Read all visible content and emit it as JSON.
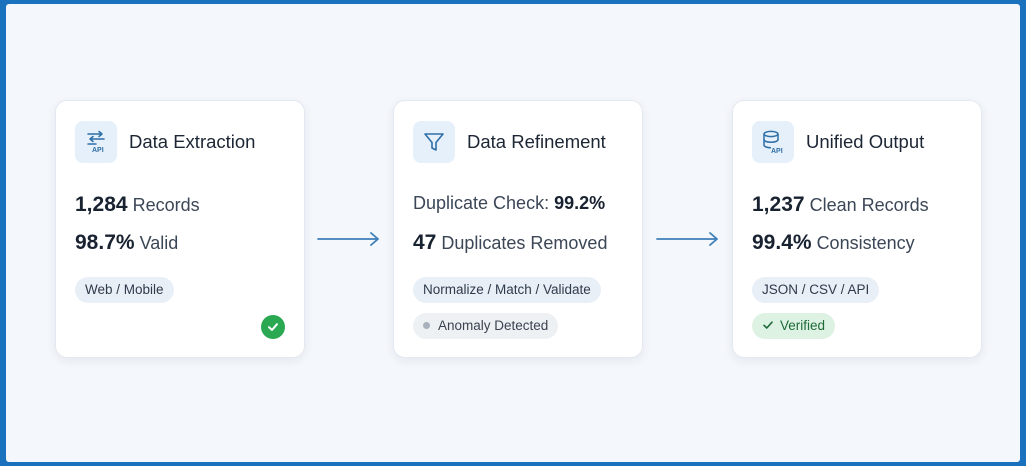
{
  "colors": {
    "accent": "#1a72bf",
    "icon_bg": "#e5f0fa",
    "success": "#2aa852",
    "verified_bg": "#ddf2e3"
  },
  "stages": [
    {
      "title": "Data Extraction",
      "icon": "api-transfer-icon",
      "stat1_value": "1,284",
      "stat1_label": "Records",
      "stat2_value": "98.7%",
      "stat2_label": "Valid",
      "tag": "Web / Mobile",
      "status_icon": "check-circle-icon"
    },
    {
      "title": "Data Refinement",
      "icon": "filter-icon",
      "stat1_label": "Duplicate Check:",
      "stat1_value": "99.2%",
      "stat2_value": "47",
      "stat2_label": "Duplicates Removed",
      "tag": "Normalize / Match / Validate",
      "status_tag": "Anomaly Detected"
    },
    {
      "title": "Unified Output",
      "icon": "database-api-icon",
      "stat1_value": "1,237",
      "stat1_label": "Clean Records",
      "stat2_value": "99.4%",
      "stat2_label": "Consistency",
      "tag": "JSON / CSV / API",
      "status_tag": "Verified"
    }
  ],
  "connectors": [
    "arrow-right-icon",
    "arrow-right-icon"
  ]
}
